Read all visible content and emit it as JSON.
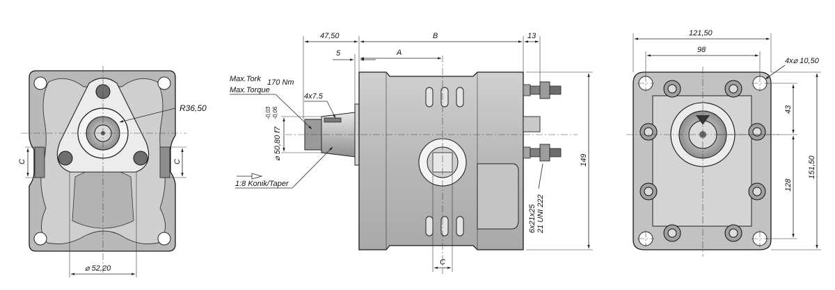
{
  "front_view": {
    "radius_label": "R36,50",
    "pilot_dia_label": "⌀ 52,20",
    "port_c_left": "C",
    "port_c_right": "C"
  },
  "side_view": {
    "dim_47_50": "47,50",
    "dim_b": "B",
    "dim_13": "13",
    "dim_5": "5",
    "dim_a": "A",
    "torque_label_1": "Max.Tork",
    "torque_value": "170 Nm",
    "torque_label_2": "Max.Torque",
    "key_label": "4x7.5",
    "shaft_dia_label": "⌀ 50,80 f7",
    "tol_upper": "-0,03",
    "tol_lower": "-0,06",
    "taper_label": "1:8 Konik/Taper",
    "height_label": "149",
    "thread_label_1": "6x21x25",
    "thread_label_2": "21 UNI 222",
    "port_c_bottom": "C"
  },
  "rear_view": {
    "width_outer": "121,50",
    "width_inner": "98",
    "holes_label": "4x⌀ 10,50",
    "dim_43": "43",
    "dim_128": "128",
    "dim_151_50": "151,50"
  },
  "colors": {
    "body_fill": "#bdbdbd",
    "body_dark": "#8a8a8a",
    "body_light": "#d9d9d9",
    "line": "#1a1a1a"
  }
}
